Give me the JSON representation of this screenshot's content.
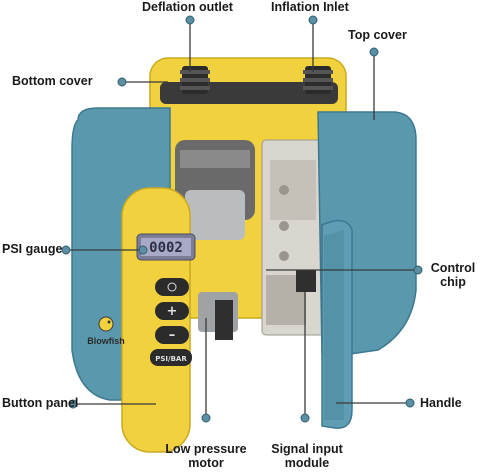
{
  "diagram": {
    "labels": {
      "deflation_outlet": "Deflation outlet",
      "inflation_inlet": "Inflation Inlet",
      "top_cover": "Top cover",
      "bottom_cover": "Bottom cover",
      "psi_gauge": "PSI gauge",
      "control_chip_line1": "Control",
      "control_chip_line2": "chip",
      "button_panel": "Button panel",
      "handle": "Handle",
      "low_pressure_motor_line1": "Low pressure",
      "low_pressure_motor_line2": "motor",
      "signal_input_module_line1": "Signal input",
      "signal_input_module_line2": "module"
    },
    "device": {
      "gauge_reading": "0002",
      "brand": "Blowfish",
      "mode_button_text": "PSI/BAR"
    },
    "colors": {
      "shell_blue": "#5a98ad",
      "body_yellow": "#f2d13e",
      "leader_line": "#3a3a3a",
      "dot_fill": "#5b8fa3"
    }
  }
}
